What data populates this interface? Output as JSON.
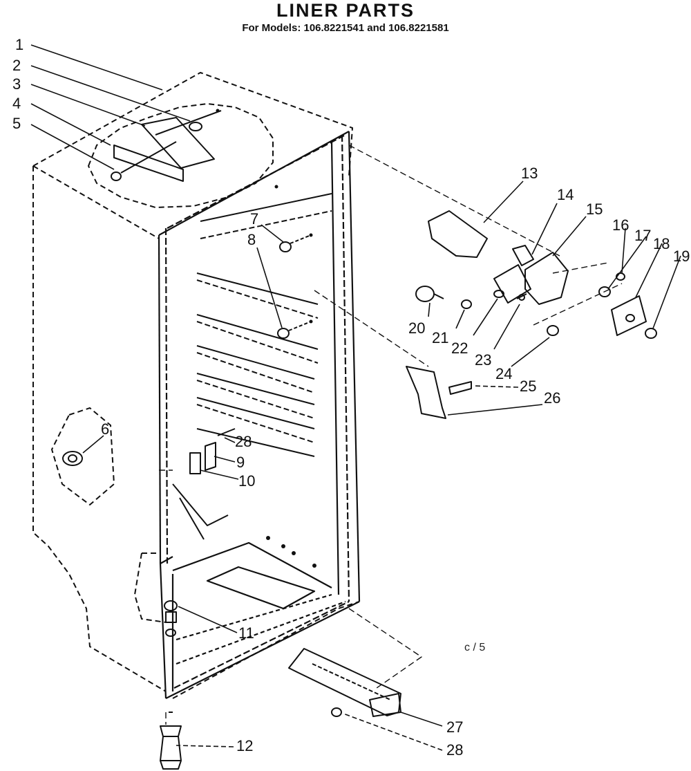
{
  "title": "LINER PARTS",
  "subtitle": "For Models: 106.8221541 and 106.8221581",
  "callouts": [
    "1",
    "2",
    "3",
    "4",
    "5",
    "6",
    "7",
    "8",
    "9",
    "10",
    "11",
    "12",
    "13",
    "14",
    "15",
    "16",
    "17",
    "18",
    "19",
    "20",
    "21",
    "22",
    "23",
    "24",
    "25",
    "26",
    "27",
    "28",
    "28"
  ],
  "note": "c / 5"
}
